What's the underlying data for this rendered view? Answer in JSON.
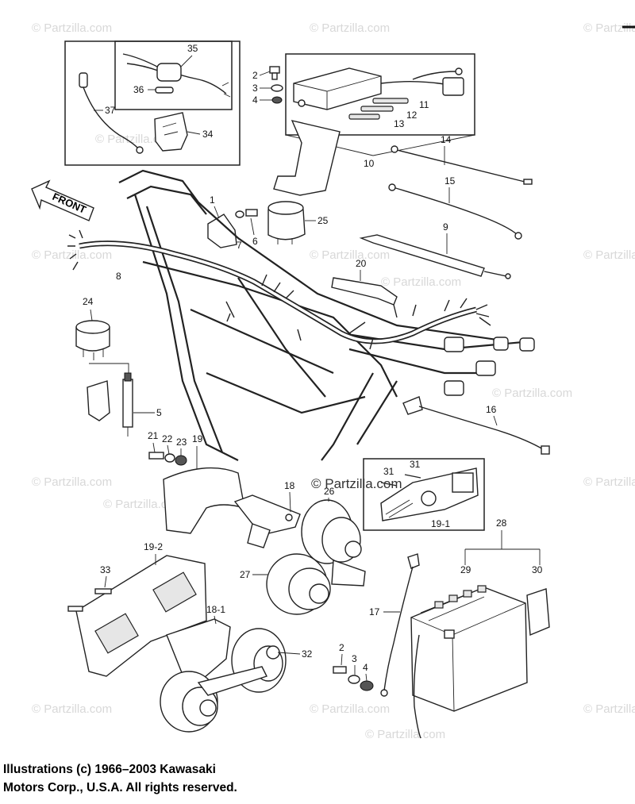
{
  "watermarks": [
    "© Partzilla.com",
    "© Partzilla.com",
    "© Partzilla.com",
    "© Partzilla.com",
    "© Partzilla.com",
    "© Partzilla.com",
    "© Partzilla.com",
    "© Partzilla.com",
    "© Partzilla.com",
    "© Partzilla.com",
    "© Partzilla.com",
    "© Partzilla.com",
    "© Partzilla.com",
    "© Partzilla.com",
    "© Partzilla.com",
    "© Partzilla.com"
  ],
  "center_watermark": "© Partzilla.com",
  "front_label": "FRONT",
  "callouts": {
    "c35": "35",
    "c36": "36",
    "c37": "37",
    "c34": "34",
    "c2a": "2",
    "c3a": "3",
    "c4a": "4",
    "c11": "11",
    "c12": "12",
    "c13": "13",
    "c10": "10",
    "c14": "14",
    "c15": "15",
    "c1": "1",
    "c6": "6",
    "c7": "7",
    "c25": "25",
    "c9": "9",
    "c8": "8",
    "c20": "20",
    "c24": "24",
    "c5": "5",
    "c16": "16",
    "c21": "21",
    "c22": "22",
    "c23": "23",
    "c19": "19",
    "c31a": "31",
    "c31b": "31",
    "c19_1": "19-1",
    "c18": "18",
    "c26": "26",
    "c28": "28",
    "c19_2": "19-2",
    "c33": "33",
    "c27": "27",
    "c29": "29",
    "c30": "30",
    "c17": "17",
    "c18_1": "18-1",
    "c32": "32",
    "c2b": "2",
    "c3b": "3",
    "c4b": "4"
  },
  "copyright": {
    "line1": "Illustrations (c) 1966–2003 Kawasaki",
    "line2": "Motors Corp., U.S.A.  All rights reserved."
  }
}
